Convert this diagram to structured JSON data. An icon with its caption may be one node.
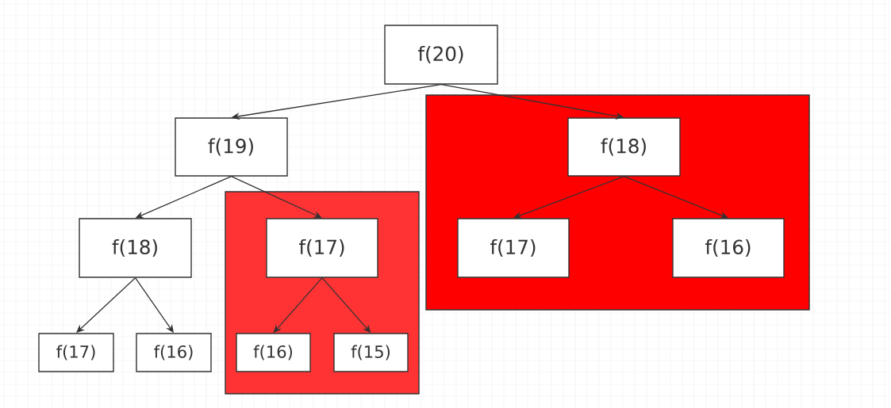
{
  "diagram": {
    "nodes": [
      {
        "text": [
          "f(20)"
        ]
      },
      {
        "text": [
          "f(19)"
        ]
      },
      {
        "text": [],
        "shape": "box"
      },
      {
        "text": [
          "f(18)"
        ],
        "in": 2
      },
      {
        "text": [
          "f(18)"
        ]
      },
      {
        "text": [],
        "shape": "box"
      },
      {
        "text": [
          "f(17)"
        ],
        "in": 5
      },
      {
        "text": [
          "f(17)"
        ],
        "in": 2
      },
      {
        "text": [
          "f(16)"
        ],
        "in": 2
      },
      {
        "text": [
          "f(17)"
        ]
      },
      {
        "text": [
          "f(16)"
        ]
      },
      {
        "text": [
          "f(16)"
        ],
        "in": 5
      },
      {
        "text": [
          "f(15)"
        ],
        "in": 5
      }
    ],
    "edges": [
      {
        "from": 0,
        "to": 1,
        "arrow": "to"
      },
      {
        "from": 0,
        "to": 3,
        "arrow": "to"
      },
      {
        "from": 1,
        "to": 4,
        "arrow": "to"
      },
      {
        "from": 1,
        "to": 6,
        "arrow": "to"
      },
      {
        "from": 3,
        "to": 7,
        "arrow": "to"
      },
      {
        "from": 3,
        "to": 8,
        "arrow": "to"
      },
      {
        "from": 4,
        "to": 9,
        "arrow": "to"
      },
      {
        "from": 4,
        "to": 10,
        "arrow": "to"
      },
      {
        "from": 6,
        "to": 11,
        "arrow": "to"
      },
      {
        "from": 6,
        "to": 12,
        "arrow": "to"
      }
    ]
  }
}
